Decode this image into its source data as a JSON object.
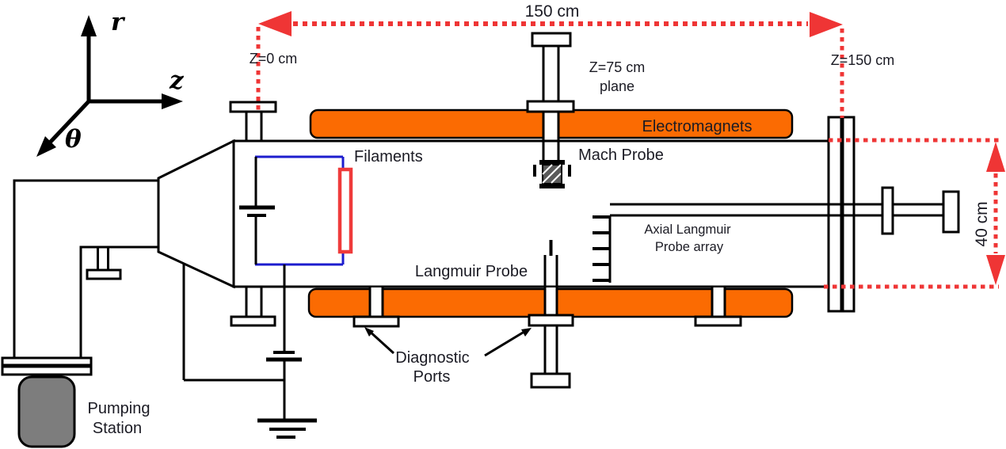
{
  "colors": {
    "orange": "#fb6b02",
    "red": "#ef3535",
    "filament_red": "#ef3b3b",
    "blue": "#1d1dce",
    "pump_gray": "#7d7d7d",
    "text": "#1b1b24"
  },
  "axes": {
    "r": "r",
    "z": "z",
    "theta": "θ"
  },
  "dimensions": {
    "length": "150 cm",
    "diameter": "40 cm",
    "z0": "Z=0 cm",
    "z75_line1": "Z=75 cm",
    "z75_line2": "plane",
    "z150": "Z=150 cm"
  },
  "labels": {
    "electromagnets": "Electromagnets",
    "filaments": "Filaments",
    "mach_probe": "Mach Probe",
    "langmuir_probe": "Langmuir Probe",
    "axial_array_line1": "Axial Langmuir",
    "axial_array_line2": "Probe array",
    "diagnostic_line1": "Diagnostic",
    "diagnostic_line2": "Ports",
    "pumping_line1": "Pumping",
    "pumping_line2": "Station"
  }
}
